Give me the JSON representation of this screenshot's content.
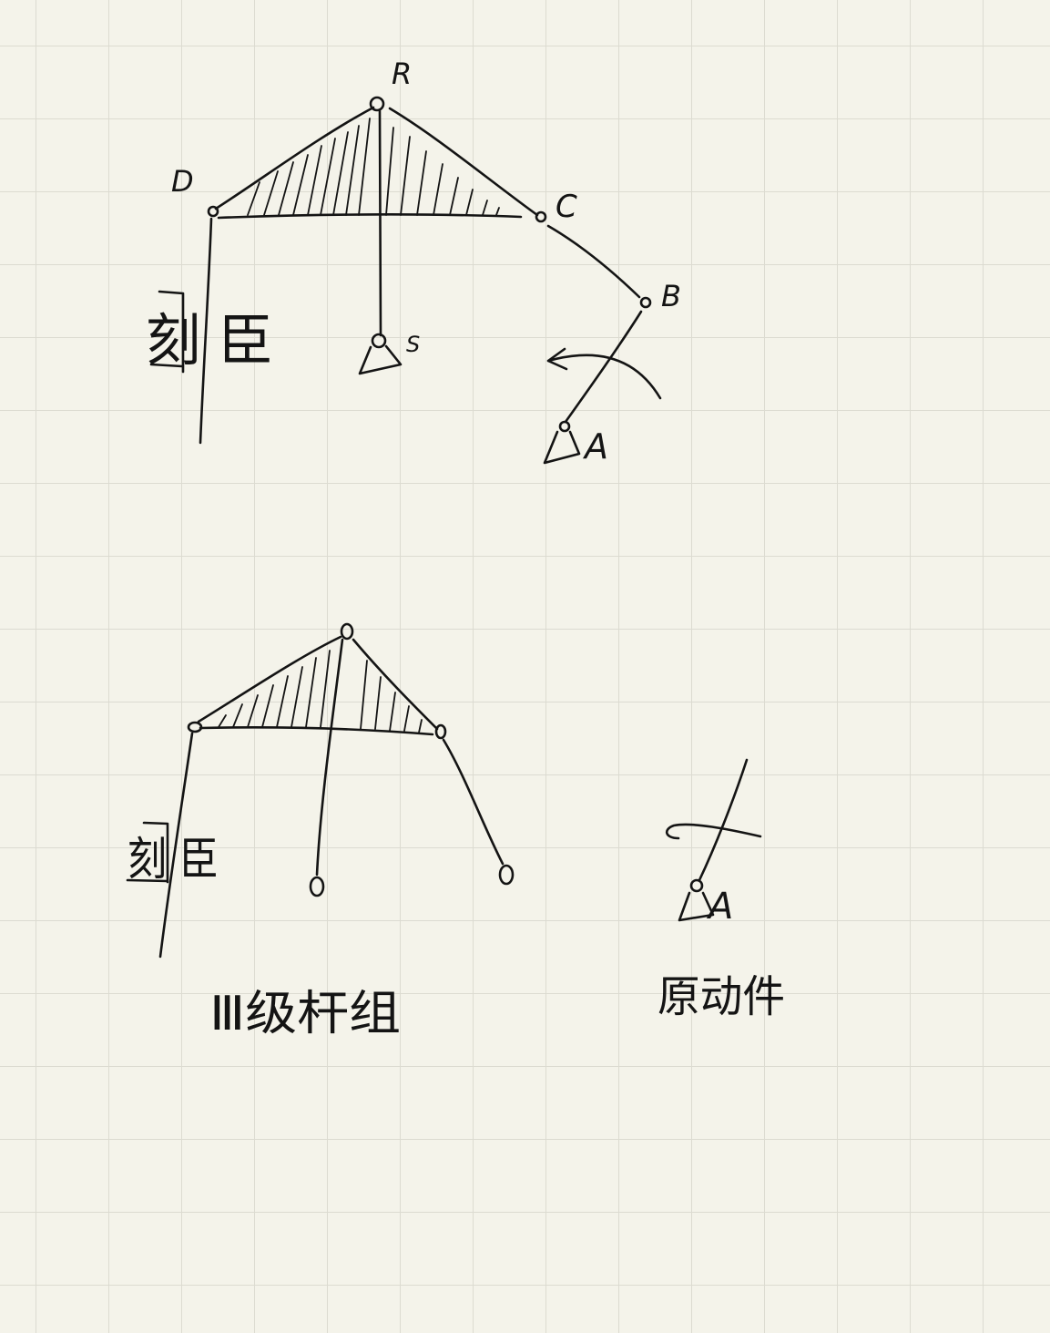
{
  "top_figure": {
    "joint_labels": {
      "R": "R",
      "D": "D",
      "C": "C",
      "B": "B",
      "S": "S",
      "A": "A"
    },
    "ground_label": "刻 臣"
  },
  "bottom_figure": {
    "ground_label": "刻 臣",
    "group_caption": "Ⅲ级杆组",
    "driver_caption": "原动件",
    "driver_label": "A"
  }
}
